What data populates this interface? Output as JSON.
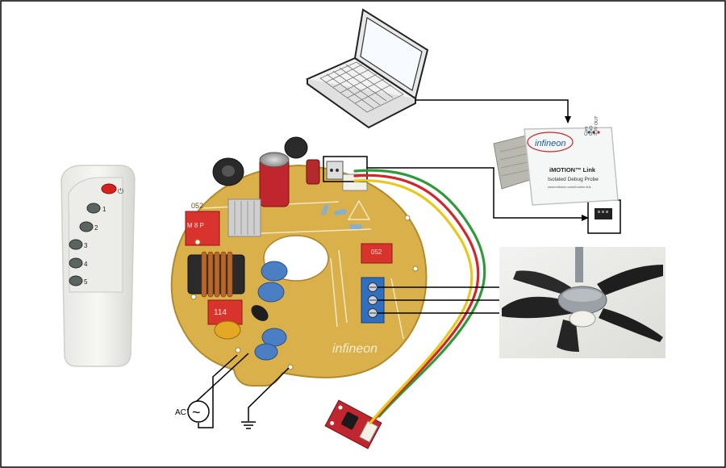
{
  "remote": {
    "buttons": [
      "1",
      "2",
      "3",
      "4",
      "5"
    ]
  },
  "board": {
    "logo": "infineon",
    "parts": {
      "c1": "052",
      "c2": "052",
      "c3": "114",
      "c4": "M 8 P"
    }
  },
  "probe": {
    "brand": "infineon",
    "title": "iMOTION™ Link",
    "subtitle": "Isolated Debug Probe",
    "url": "www.infineon.com/imotion-link",
    "pins": [
      "Com",
      "GND",
      "3.3V OUT"
    ]
  },
  "supply": {
    "ac_label": "AC",
    "ac_symbol": "~"
  },
  "colors": {
    "board": "#d9b04a",
    "wire_green": "#2e9b3a",
    "wire_red": "#d2262a",
    "wire_yellow": "#e8c81b",
    "terminal_blue": "#2e6fc2",
    "ir_board": "#c0262e"
  }
}
